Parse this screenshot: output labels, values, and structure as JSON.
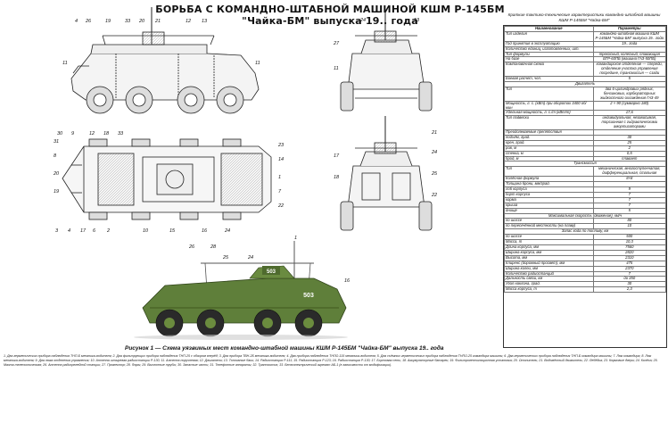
{
  "title": "БОРЬБА С КОМАНДНО-ШТАБНОЙ МАШИНОЙ КШМ Р-145БМ \"Чайка-БМ\" выпуска 19.. года",
  "spec_title": "Краткие тактико-технические характеристики командно-штабной машины КШМ Р-145БМ \"Чайка-БМ\"",
  "callouts": {
    "side_top": [
      "4",
      "26",
      "19",
      "33",
      "20",
      "21",
      "12",
      "13"
    ],
    "side_left": [
      "11"
    ],
    "side_right": [
      "11"
    ],
    "front_top": [
      "24",
      "13"
    ],
    "front_left": [
      "27",
      "11"
    ],
    "plan_top": [
      "30",
      "9",
      "12",
      "18",
      "33"
    ],
    "plan_left": [
      "31",
      "8",
      "20",
      "19"
    ],
    "plan_bottom": [
      "3",
      "4",
      "17",
      "6",
      "2",
      "10",
      "15",
      "16",
      "24"
    ],
    "plan_right": [
      "23",
      "14",
      "1",
      "7",
      "22"
    ],
    "rear_left": [
      "17",
      "18"
    ],
    "rear_right": [
      "21",
      "24",
      "25",
      "22"
    ],
    "photo_top": [
      "26",
      "28",
      "25",
      "24",
      "1"
    ],
    "photo_right": [
      "16"
    ]
  },
  "photo_number": "503",
  "spec_table": {
    "headers": [
      "Наименование",
      "Параметры"
    ],
    "rows": [
      {
        "n": "Тип изделия",
        "v": "командно-штабная машина КШМ Р-145БМ \"Чайка-БМ\" выпуска 19.. года"
      },
      {
        "n": "Год принятия в эксплуатацию",
        "v": "19.. года"
      },
      {
        "n": "Количество единиц, изготовленных, шт.",
        "v": ""
      },
      {
        "n": "Тип формулы",
        "v": "трехосный, колесный, плавающая"
      },
      {
        "n": "На базе",
        "v": "БТР-60ПБ (машина ГАЗ-50ПБ)"
      },
      {
        "n": "Компоновочная схема",
        "v": "командирское отделение — спереди, отделение участка управления посредине, трансмиссия — сзади"
      },
      {
        "n": "Боевая расчет, чел.",
        "v": "5"
      },
      {
        "sec": "Двигатель"
      },
      {
        "n": "Тип",
        "v": "два 6-цилиндровых рядных, бензиновых, карбюраторных жидкостного охлаждения ГАЗ-49"
      },
      {
        "n": "Мощность, л. с. (кВт) при оборотах 3400 об/мин",
        "v": "2 × 90 (суммарно 180)"
      },
      {
        "n": "Удельная мощность, л. с./т (кВт/т)",
        "v": "17,6"
      },
      {
        "n": "Тип подвески",
        "v": "индивидуальная, независимая, торсионная с гидравлическими амортизаторами"
      },
      {
        "n": "Преодолеваемые препятствия",
        "v": ""
      },
      {
        "n": "подъём, град.",
        "v": "30"
      },
      {
        "n": "крен, град.",
        "v": "25"
      },
      {
        "n": "ров, м",
        "v": "2"
      },
      {
        "n": "стенка, м",
        "v": "0,5"
      },
      {
        "n": "брод, м",
        "v": "плавает"
      },
      {
        "sec": "Трансмиссия"
      },
      {
        "n": "Тип",
        "v": "механическая, многоступенчатая, дифференциальная, стальная"
      },
      {
        "n": "Колёсная формула",
        "v": "8×8"
      },
      {
        "n": "Толщина брони, мм/град.",
        "v": ""
      },
      {
        "n": "лоб корпуса",
        "v": "9"
      },
      {
        "n": "борт корпуса",
        "v": "7"
      },
      {
        "n": "корма",
        "v": "7"
      },
      {
        "n": "крыша",
        "v": "7"
      },
      {
        "n": "днище",
        "v": "5"
      },
      {
        "sec": "Максимальная скорость (движение), км/ч"
      },
      {
        "n": "по шоссе",
        "v": "80"
      },
      {
        "n": "по пересечённой местности (на плаву)",
        "v": "10"
      },
      {
        "sec": "Запас хода по топливу, км"
      },
      {
        "n": "по шоссе",
        "v": "500"
      },
      {
        "n": "Масса, т",
        "v": "10,3"
      },
      {
        "n": "Длина корпуса, мм",
        "v": "7560"
      },
      {
        "n": "Ширина корпуса, мм",
        "v": "2820"
      },
      {
        "n": "Высота, мм",
        "v": "2310"
      },
      {
        "n": "Клиренс (дорожный просвет), мм",
        "v": "475"
      },
      {
        "n": "Ширина колеи, мм",
        "v": "2370"
      },
      {
        "n": "Количество радиостанций",
        "v": "7"
      },
      {
        "n": "Дальность связи, км",
        "v": "до 350"
      },
      {
        "n": "Угол наклона, град.",
        "v": "30"
      },
      {
        "n": "Масса корпуса, т",
        "v": "2,3"
      }
    ]
  },
  "caption": "Рисунок 1 — Схема уязвимых мест командно-штабной машины КШМ Р-145БМ \"Чайка-БМ\" выпуска 19.. года",
  "notes": "1. Два герметических прибора наблюдения ТНП-Б механика-водителя; 2. Два фильтрующих прибора наблюдения ТНП-25 с обзором вперёд; 3. Два прибора ТВН-2Б механика-водителя; 4. Два прибора наблюдения ТНПО-115 механика-водителя; 5. Два съёмных герметических прибора наблюдения ТНПО-25 командира машины; 6. Два герметических прибора наблюдения ТНП-Б командира машины; 7. Люк командира; 8. Люк механика-водителя; 9. Два люка отделения управления; 10. Антенна штыревая радиостанции Р-130; 11. Антенна поручневая; 12. Двигатели; 13. Топливные баки; 14. Радиостанция Р-111; 15. Радиостанция Р-123; 16. Радиостанция Р-130; 17. Бортовая сеть; 18. Аккумуляторные батареи; 19. Фильтровентиляционная установка; 20. Отопитель; 21. Водомётный движитель; 22. Лебёдка; 23. Кормовые двери; 24. Колёса; 25. Мачта телескопическая; 26. Антенна радиорелейной станции; 27. Прожектор; 28. Фары; 29. Выхлопные трубы; 30. Запасные части; 31. Телефонные аппараты; 32. Трансмиссия; 33. Бензоэлектрический агрегат АБ-1 (в зависимости от модификации)."
}
